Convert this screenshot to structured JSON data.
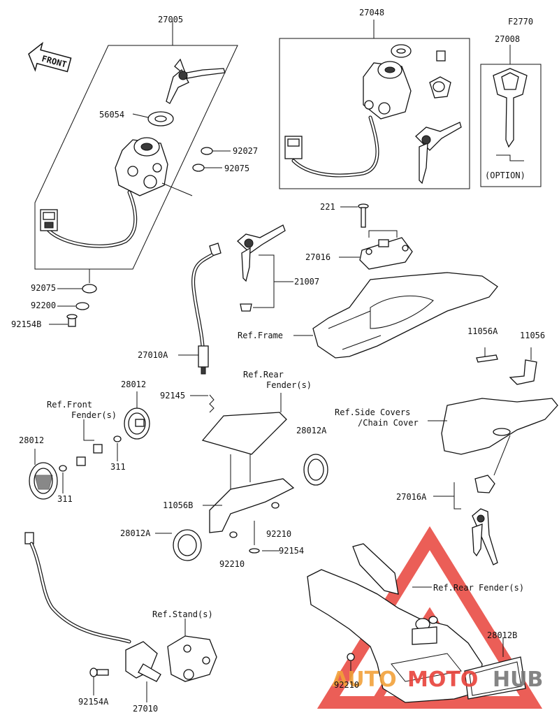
{
  "labels": {
    "p27005": "27005",
    "p27048": "27048",
    "f2770": "F2770",
    "p27008": "27008",
    "option": "(OPTION)",
    "front": "FRONT",
    "p56054": "56054",
    "p92027": "92027",
    "p92075a": "92075",
    "p92075b": "92075",
    "p92200": "92200",
    "p92154b": "92154B",
    "p221": "221",
    "p27016": "27016",
    "p21007": "21007",
    "p27010a": "27010A",
    "ref_frame": "Ref.Frame",
    "p92145": "92145",
    "p28012a_top": "28012",
    "ref_front_fender_1": "Ref.Front",
    "ref_front_fender_2": "Fender(s)",
    "p28012_left": "28012",
    "p311a": "311",
    "p311b": "311",
    "ref_rear_fender_1": "Ref.Rear",
    "ref_rear_fender_2": "Fender(s)",
    "p28012a_r": "28012A",
    "p11056a": "11056A",
    "p11056": "11056",
    "ref_side_covers_1": "Ref.Side Covers",
    "ref_side_covers_2": "/Chain Cover",
    "p11056b": "11056B",
    "p28012a_l": "28012A",
    "p92210a": "92210",
    "p92210b": "92210",
    "p92154": "92154",
    "p27016a": "27016A",
    "ref_rear_fender_3": "Ref.Rear Fender(s)",
    "ref_stand": "Ref.Stand(s)",
    "p28012b": "28012B",
    "p92210c": "92210",
    "p92154a": "92154A",
    "p27010": "27010"
  },
  "watermark": {
    "text_1": "AUTO",
    "text_2": "MOTO",
    "text_3": "HUB",
    "color_red": "#e8423a",
    "color_orange": "#f2a13a",
    "color_gray": "#777777"
  }
}
